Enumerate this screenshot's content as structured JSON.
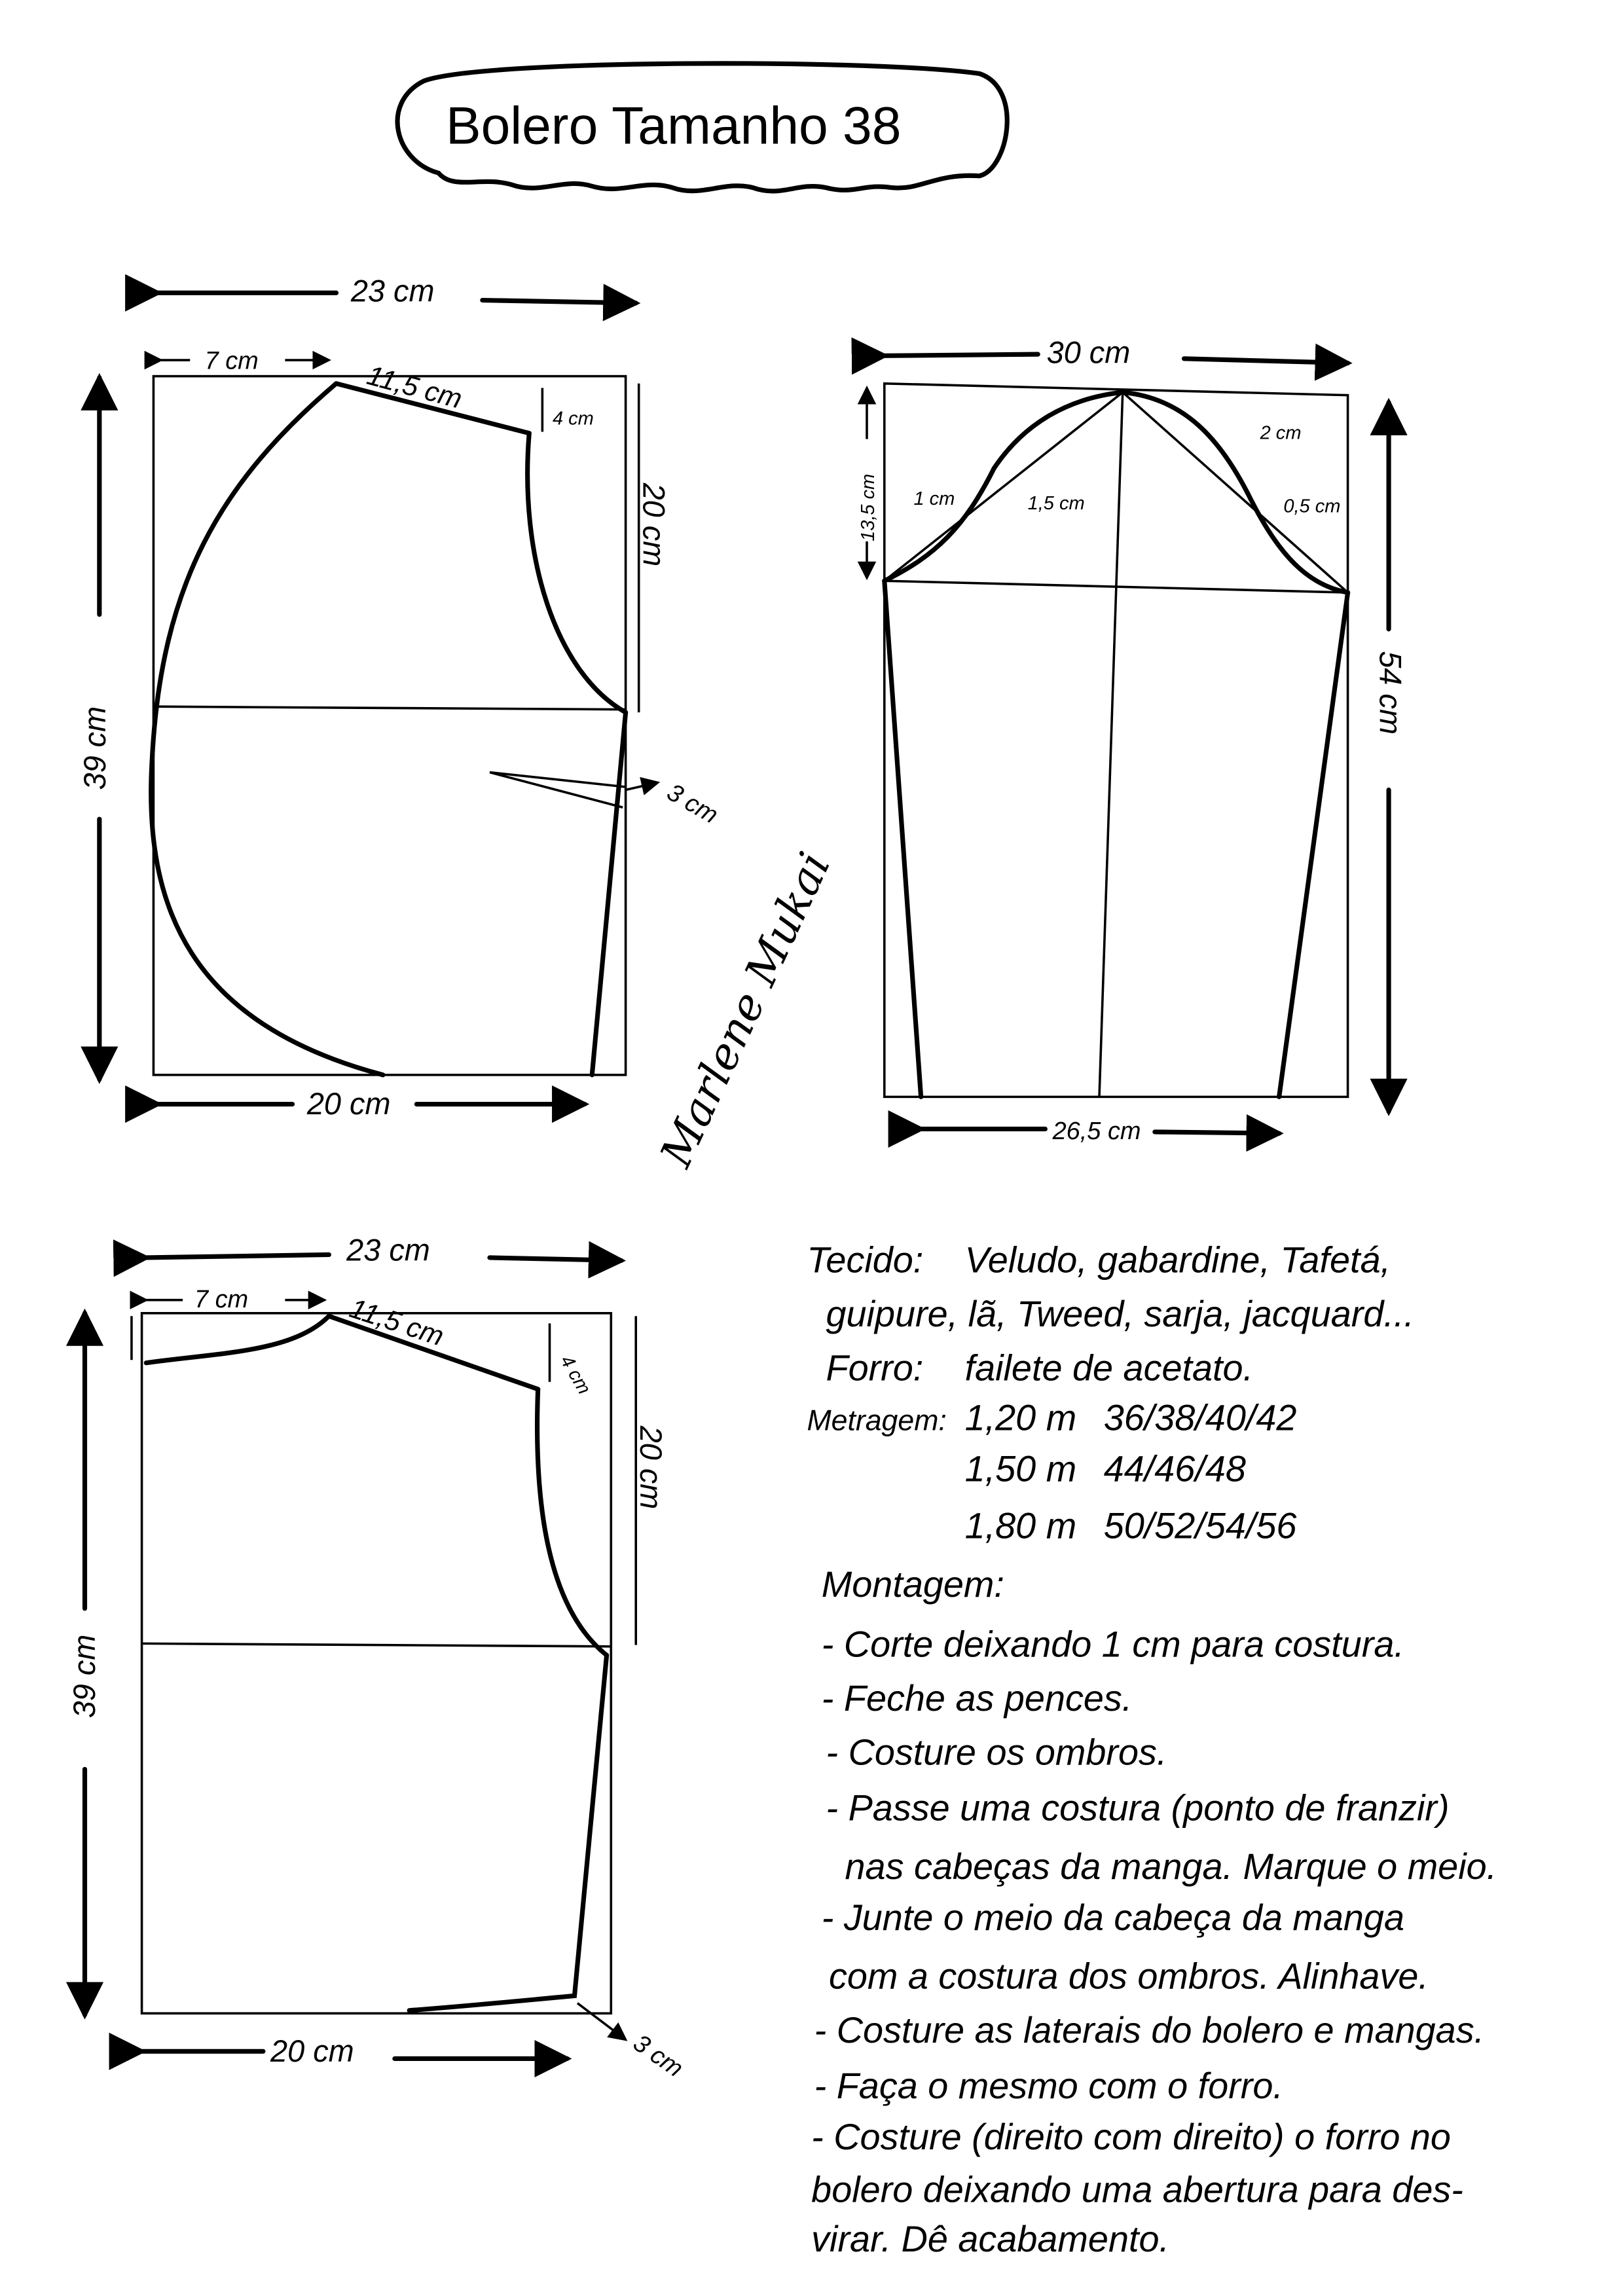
{
  "title": "Bolero Tamanho 38",
  "front": {
    "width_top": "23 cm",
    "neck_width": "7 cm",
    "shoulder": "11,5 cm",
    "shoulder_drop": "4 cm",
    "armhole_depth": "20 cm",
    "length": "39 cm",
    "dart": "3 cm",
    "width_bottom": "20 cm"
  },
  "sleeve": {
    "width_top": "30 cm",
    "cap_height": "13,5 cm",
    "length": "54 cm",
    "width_bottom": "26,5 cm",
    "cap_marks": [
      "1 cm",
      "1,5 cm",
      "2 cm",
      "0,5 cm"
    ]
  },
  "back": {
    "width_top": "23 cm",
    "neck_width": "7 cm",
    "shoulder": "11,5 cm",
    "shoulder_drop": "4 cm",
    "armhole_depth": "20 cm",
    "length": "39 cm",
    "hem": "3 cm",
    "width_bottom": "20 cm"
  },
  "signature": "Marlene Mukai",
  "notes": {
    "tecido_label": "Tecido:",
    "tecido_1": "Veludo, gabardine, Tafetá,",
    "tecido_2": "guipure, lã, Tweed, sarja, jacquard...",
    "forro_label": "Forro:",
    "forro": "failete de acetato.",
    "metragem_label": "Metragem:",
    "metragem": [
      {
        "amount": "1,20 m",
        "sizes": "36/38/40/42"
      },
      {
        "amount": "1,50 m",
        "sizes": "44/46/48"
      },
      {
        "amount": "1,80 m",
        "sizes": "50/52/54/56"
      }
    ],
    "montagem_label": "Montagem:",
    "steps": [
      "- Corte deixando 1 cm para costura.",
      "- Feche as pences.",
      "- Costure os ombros.",
      "- Passe uma costura (ponto de franzir)",
      "nas cabeças da manga. Marque o meio.",
      "- Junte o meio da cabeça da manga",
      "com a costura dos ombros. Alinhave.",
      "- Costure as laterais do bolero e mangas.",
      "- Faça o mesmo com o forro.",
      "- Costure (direito com direito) o forro no",
      "bolero deixando uma abertura para des-",
      "virar. Dê acabamento."
    ]
  }
}
